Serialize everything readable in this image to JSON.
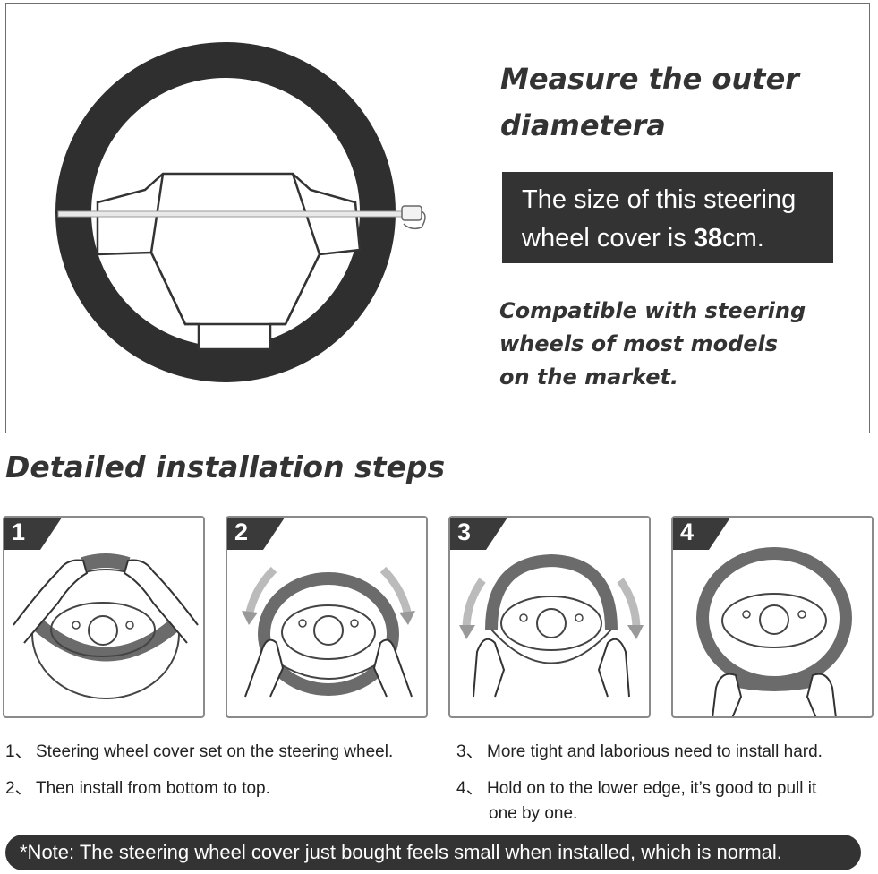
{
  "measure": {
    "title_line1": "Measure the outer",
    "title_line2": "diametera",
    "size_line1": "The size of this steering",
    "size_prefix": "wheel cover is ",
    "size_value": "38",
    "size_unit": "cm.",
    "compat_line1": "Compatible with steering",
    "compat_line2": "wheels of most models",
    "compat_line3": "on the market."
  },
  "steps_heading": "Detailed installation steps",
  "steps": [
    {
      "number": "1",
      "icon": "hands-place-cover-top-icon"
    },
    {
      "number": "2",
      "icon": "install-bottom-to-top-icon"
    },
    {
      "number": "3",
      "icon": "pull-tight-icon"
    },
    {
      "number": "4",
      "icon": "pull-lower-edge-icon"
    }
  ],
  "instructions": [
    {
      "num": "1、",
      "text": "Steering wheel cover set on the steering wheel."
    },
    {
      "num": "2、",
      "text": "Then install from bottom to top."
    },
    {
      "num": "3、",
      "text": "More tight and laborious need to install hard."
    },
    {
      "num": "4、",
      "text_line1": "Hold on to the lower edge, it’s good to pull it",
      "text_line2": "one by one."
    }
  ],
  "note": "*Note: The steering wheel cover just bought feels small when installed, which is normal.",
  "colors": {
    "dark": "#333333",
    "cover": "#6b6b6b",
    "tab": "#3a3a3a"
  }
}
